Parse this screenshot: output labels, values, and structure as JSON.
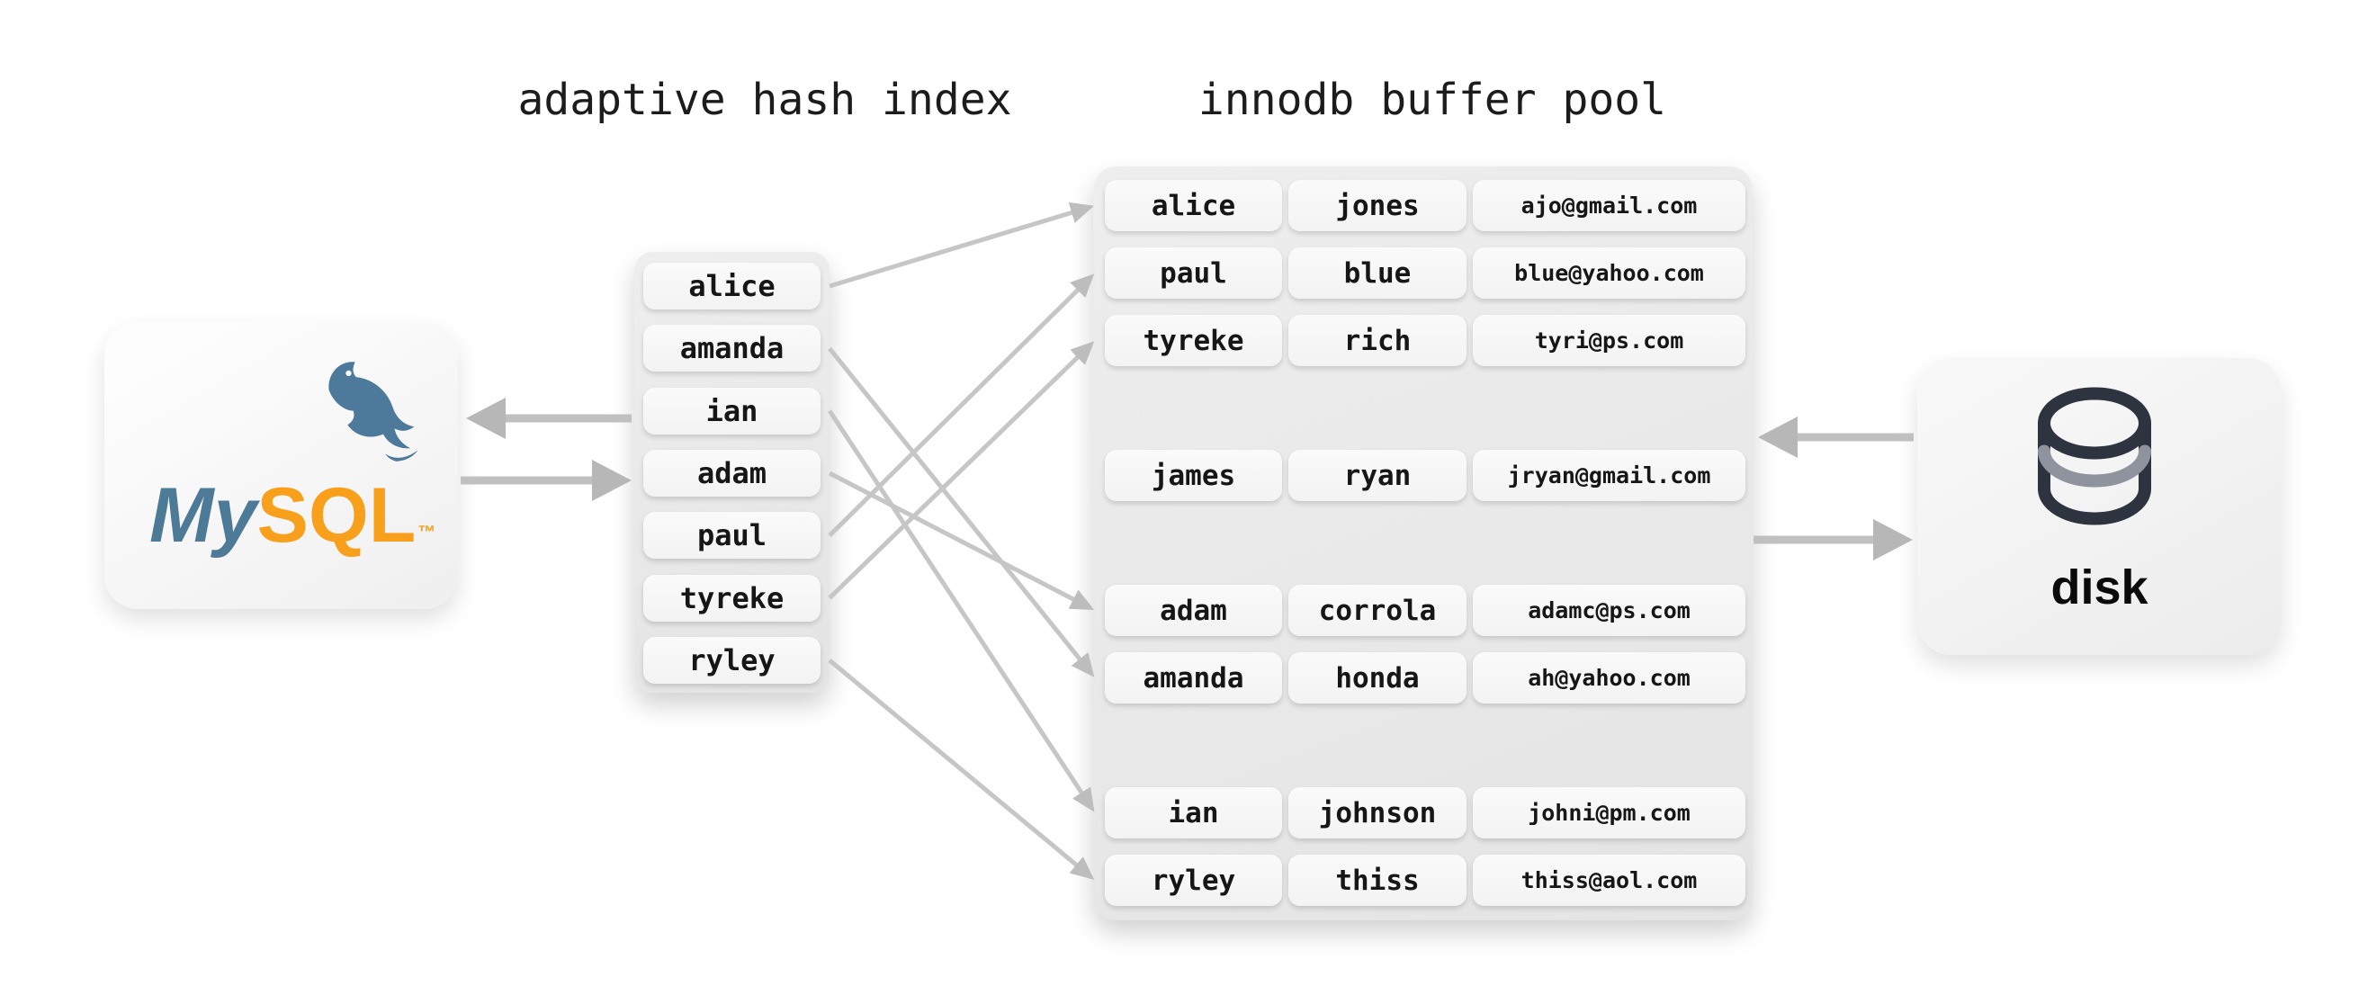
{
  "titles": {
    "hash": "adaptive hash index",
    "buffer": "innodb buffer pool"
  },
  "mysql": {
    "word_my": "My",
    "word_sql": "SQL",
    "trademark": "™"
  },
  "disk": {
    "label": "disk"
  },
  "hash_index": {
    "items": [
      "alice",
      "amanda",
      "ian",
      "adam",
      "paul",
      "tyreke",
      "ryley"
    ]
  },
  "buffer_pool": {
    "rows": [
      {
        "slot": 0,
        "first": "alice",
        "last": "jones",
        "email": "ajo@gmail.com"
      },
      {
        "slot": 1,
        "first": "paul",
        "last": "blue",
        "email": "blue@yahoo.com"
      },
      {
        "slot": 2,
        "first": "tyreke",
        "last": "rich",
        "email": "tyri@ps.com"
      },
      {
        "slot": 4,
        "first": "james",
        "last": "ryan",
        "email": "jryan@gmail.com"
      },
      {
        "slot": 6,
        "first": "adam",
        "last": "corrola",
        "email": "adamc@ps.com"
      },
      {
        "slot": 7,
        "first": "amanda",
        "last": "honda",
        "email": "ah@yahoo.com"
      },
      {
        "slot": 9,
        "first": "ian",
        "last": "johnson",
        "email": "johni@pm.com"
      },
      {
        "slot": 10,
        "first": "ryley",
        "last": "thiss",
        "email": "thiss@aol.com"
      }
    ]
  },
  "links": [
    {
      "from": "alice",
      "to_slot": 0
    },
    {
      "from": "amanda",
      "to_slot": 7
    },
    {
      "from": "ian",
      "to_slot": 9
    },
    {
      "from": "adam",
      "to_slot": 6
    },
    {
      "from": "paul",
      "to_slot": 1
    },
    {
      "from": "tyreke",
      "to_slot": 2
    },
    {
      "from": "ryley",
      "to_slot": 10
    }
  ],
  "colors": {
    "arrow": "#c0c0c0",
    "arrow_head": "#b7b7b7",
    "connector": "#c6c6c6",
    "container_gray": "#e8e8e8",
    "pill": "#f6f6f6",
    "mysql_blue": "#4d7a97",
    "mysql_orange": "#f8a01c",
    "disk_icon_dark": "#2e3340",
    "disk_icon_gray": "#8e939e"
  }
}
